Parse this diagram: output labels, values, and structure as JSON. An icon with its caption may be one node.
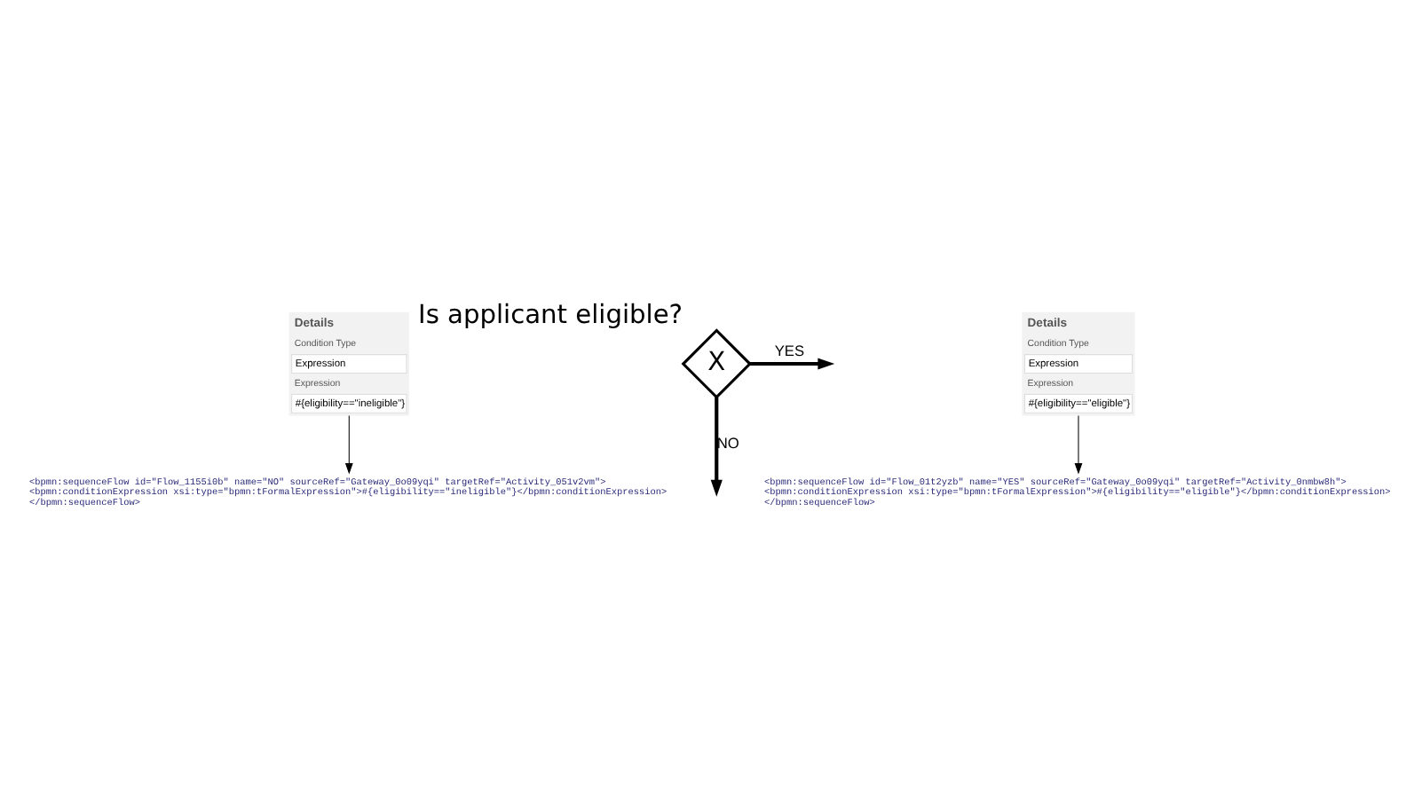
{
  "diagram": {
    "nodes": [
      {
        "text": [
          "<bpmn:sequenceFlow id=\"Flow_1155i0b\" name=\"NO\" sourceRef=\"Gateway_0o09yqi\" targetRef=\"Activity_051v2vm\">",
          "<bpmn:conditionExpression xsi:type=\"bpmn:tFormalExpression\">#{eligibility==\"ineligible\"}</bpmn:conditionExpression>",
          "</bpmn:sequenceFlow>"
        ]
      },
      {
        "text": [
          "Details",
          "Condition Type",
          "Expression",
          "Expression",
          "#{eligibility==\"ineligible\"}"
        ]
      },
      {
        "text": [
          "X"
        ],
        "beside": [
          "Is applicant eligible?"
        ]
      },
      {
        "text": [
          "Details",
          "Condition Type",
          "Expression",
          "Expression",
          "#{eligibility==\"eligible\"}"
        ]
      },
      {
        "text": [
          "<bpmn:sequenceFlow id=\"Flow_01t2yzb\" name=\"YES\" sourceRef=\"Gateway_0o09yqi\" targetRef=\"Activity_0nmbw8h\">",
          "<bpmn:conditionExpression xsi:type=\"bpmn:tFormalExpression\">#{eligibility==\"eligible\"}</bpmn:conditionExpression>",
          "</bpmn:sequenceFlow>"
        ]
      }
    ],
    "edges": [
      {
        "from": 1,
        "to": 0,
        "arrow": "to"
      },
      {
        "from": 2,
        "to": null,
        "arrow": "to",
        "label": "NO",
        "style": "thick"
      },
      {
        "from": 2,
        "to": null,
        "arrow": "to",
        "label": "YES",
        "style": "thick"
      },
      {
        "from": 3,
        "to": 4,
        "arrow": "to"
      }
    ]
  }
}
